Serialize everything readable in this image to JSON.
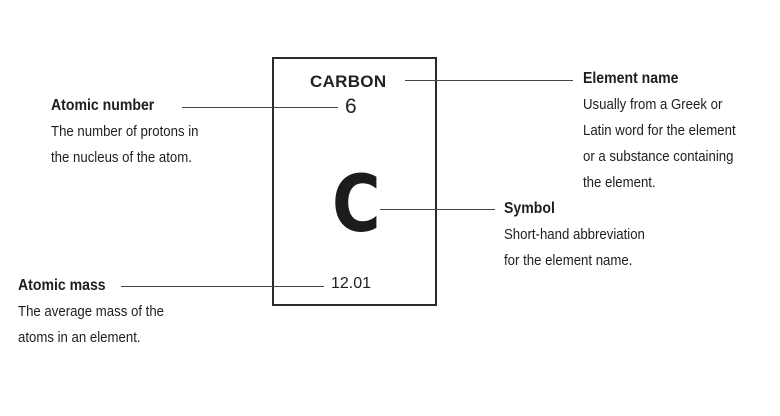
{
  "element": {
    "name": "CARBON",
    "atomic_number": "6",
    "symbol": "C",
    "atomic_mass": "12.01"
  },
  "labels": {
    "atomic_number": {
      "title": "Atomic number",
      "lines": [
        "The number of protons in",
        "the nucleus of the atom."
      ]
    },
    "element_name": {
      "title": "Element name",
      "lines": [
        "Usually from a Greek or",
        "Latin word for the element",
        "or a substance containing",
        "the element."
      ]
    },
    "symbol": {
      "title": "Symbol",
      "lines": [
        "Short-hand abbreviation",
        "for the element name."
      ]
    },
    "atomic_mass": {
      "title": "Atomic mass",
      "lines": [
        "The average mass of the",
        "atoms in an element."
      ]
    }
  },
  "colors": {
    "border": "#2a2a2a",
    "text": "#1e1e1e",
    "leader_line": "#444444"
  }
}
